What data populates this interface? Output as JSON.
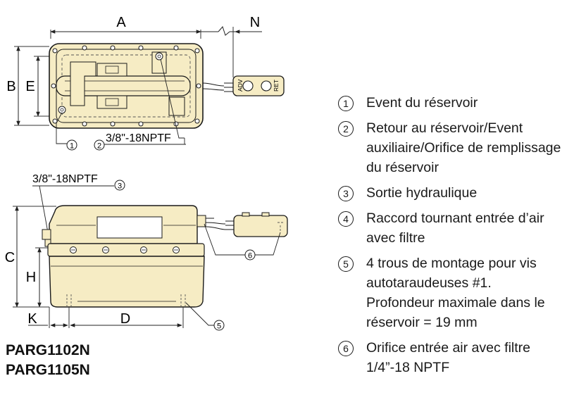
{
  "top_view": {
    "dim_a": "A",
    "dim_b": "B",
    "dim_e": "E",
    "dim_n": "N",
    "port_label": "3/8\"-18NPTF",
    "callout_1": "1",
    "callout_2": "2",
    "remote_adv": "ADV",
    "remote_ret": "RET"
  },
  "side_view": {
    "port_label": "3/8\"-18NPTF",
    "callout_3": "3",
    "callout_5": "5",
    "callout_6": "6",
    "dim_c": "C",
    "dim_h": "H",
    "dim_k": "K",
    "dim_d": "D"
  },
  "models": [
    "PARG1102N",
    "PARG1105N"
  ],
  "legend": [
    {
      "num": "1",
      "text": "Event du réservoir"
    },
    {
      "num": "2",
      "text": "Retour au réservoir/Event\nauxiliaire/Orifice de remplissage\ndu réservoir"
    },
    {
      "num": "3",
      "text": "Sortie hydraulique"
    },
    {
      "num": "4",
      "text": "Raccord tournant entrée d’air\navec filtre"
    },
    {
      "num": "5",
      "text": "4 trous de montage pour vis\nautotaraudeuses #1.\nProfondeur maximale dans le\nréservoir = 19 mm"
    },
    {
      "num": "6",
      "text": "Orifice entrée air avec filtre\n1/4”-18 NPTF"
    }
  ],
  "colors": {
    "body_fill": "#f6ecc4",
    "line": "#1a1a1a",
    "dim_line": "#333333",
    "hidden_line": "#555555"
  }
}
